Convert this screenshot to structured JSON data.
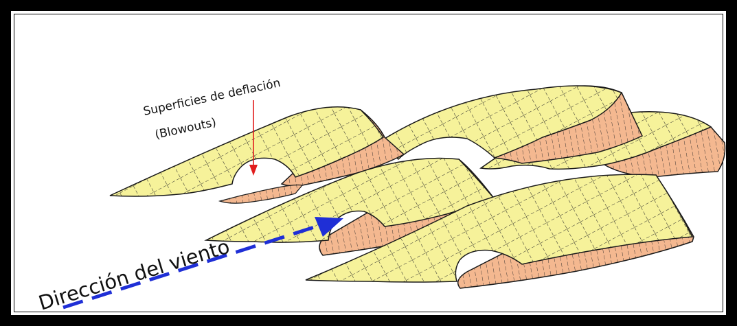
{
  "labels": {
    "blowouts_line1": "Superficies de deflación",
    "blowouts_line2": "(Blowouts)",
    "wind_direction": "Dirección del viento"
  },
  "colors": {
    "dune_top": "#f6f29a",
    "dune_side": "#f4b890",
    "outline": "#1a1a1a",
    "hatch": "#2a2a2a",
    "pointer_arrow": "#e11d1d",
    "wind_arrow": "#1f2fd6",
    "frame": "#000000"
  }
}
